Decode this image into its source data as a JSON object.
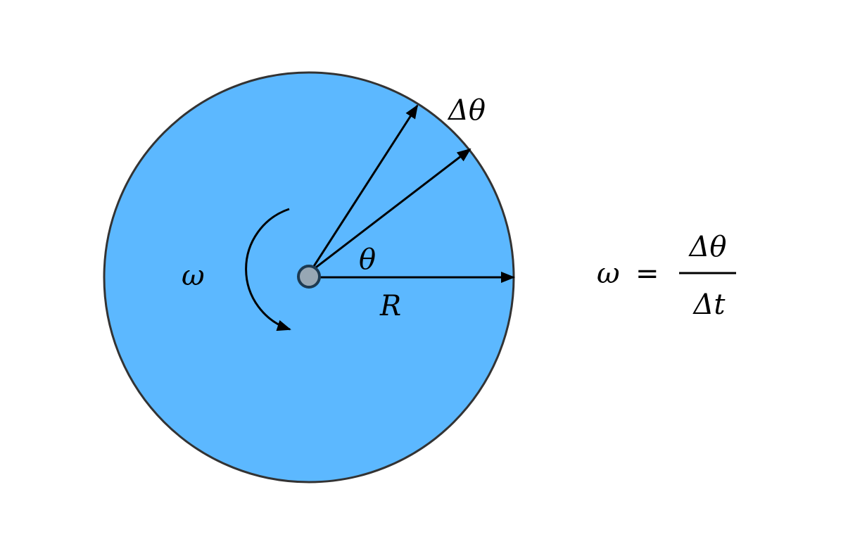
{
  "labels": {
    "delta_theta": "Δθ",
    "theta": "θ",
    "radius": "R",
    "omega": "ω"
  },
  "equation": {
    "lhs": "ω",
    "equals": "=",
    "numerator": "Δθ",
    "denominator": "Δt"
  },
  "colors": {
    "disk_fill": "#5cb8ff",
    "disk_stroke": "#333333",
    "hub_fill": "#97a7b4",
    "hub_stroke": "#1c3a52",
    "arrow": "#000000"
  }
}
